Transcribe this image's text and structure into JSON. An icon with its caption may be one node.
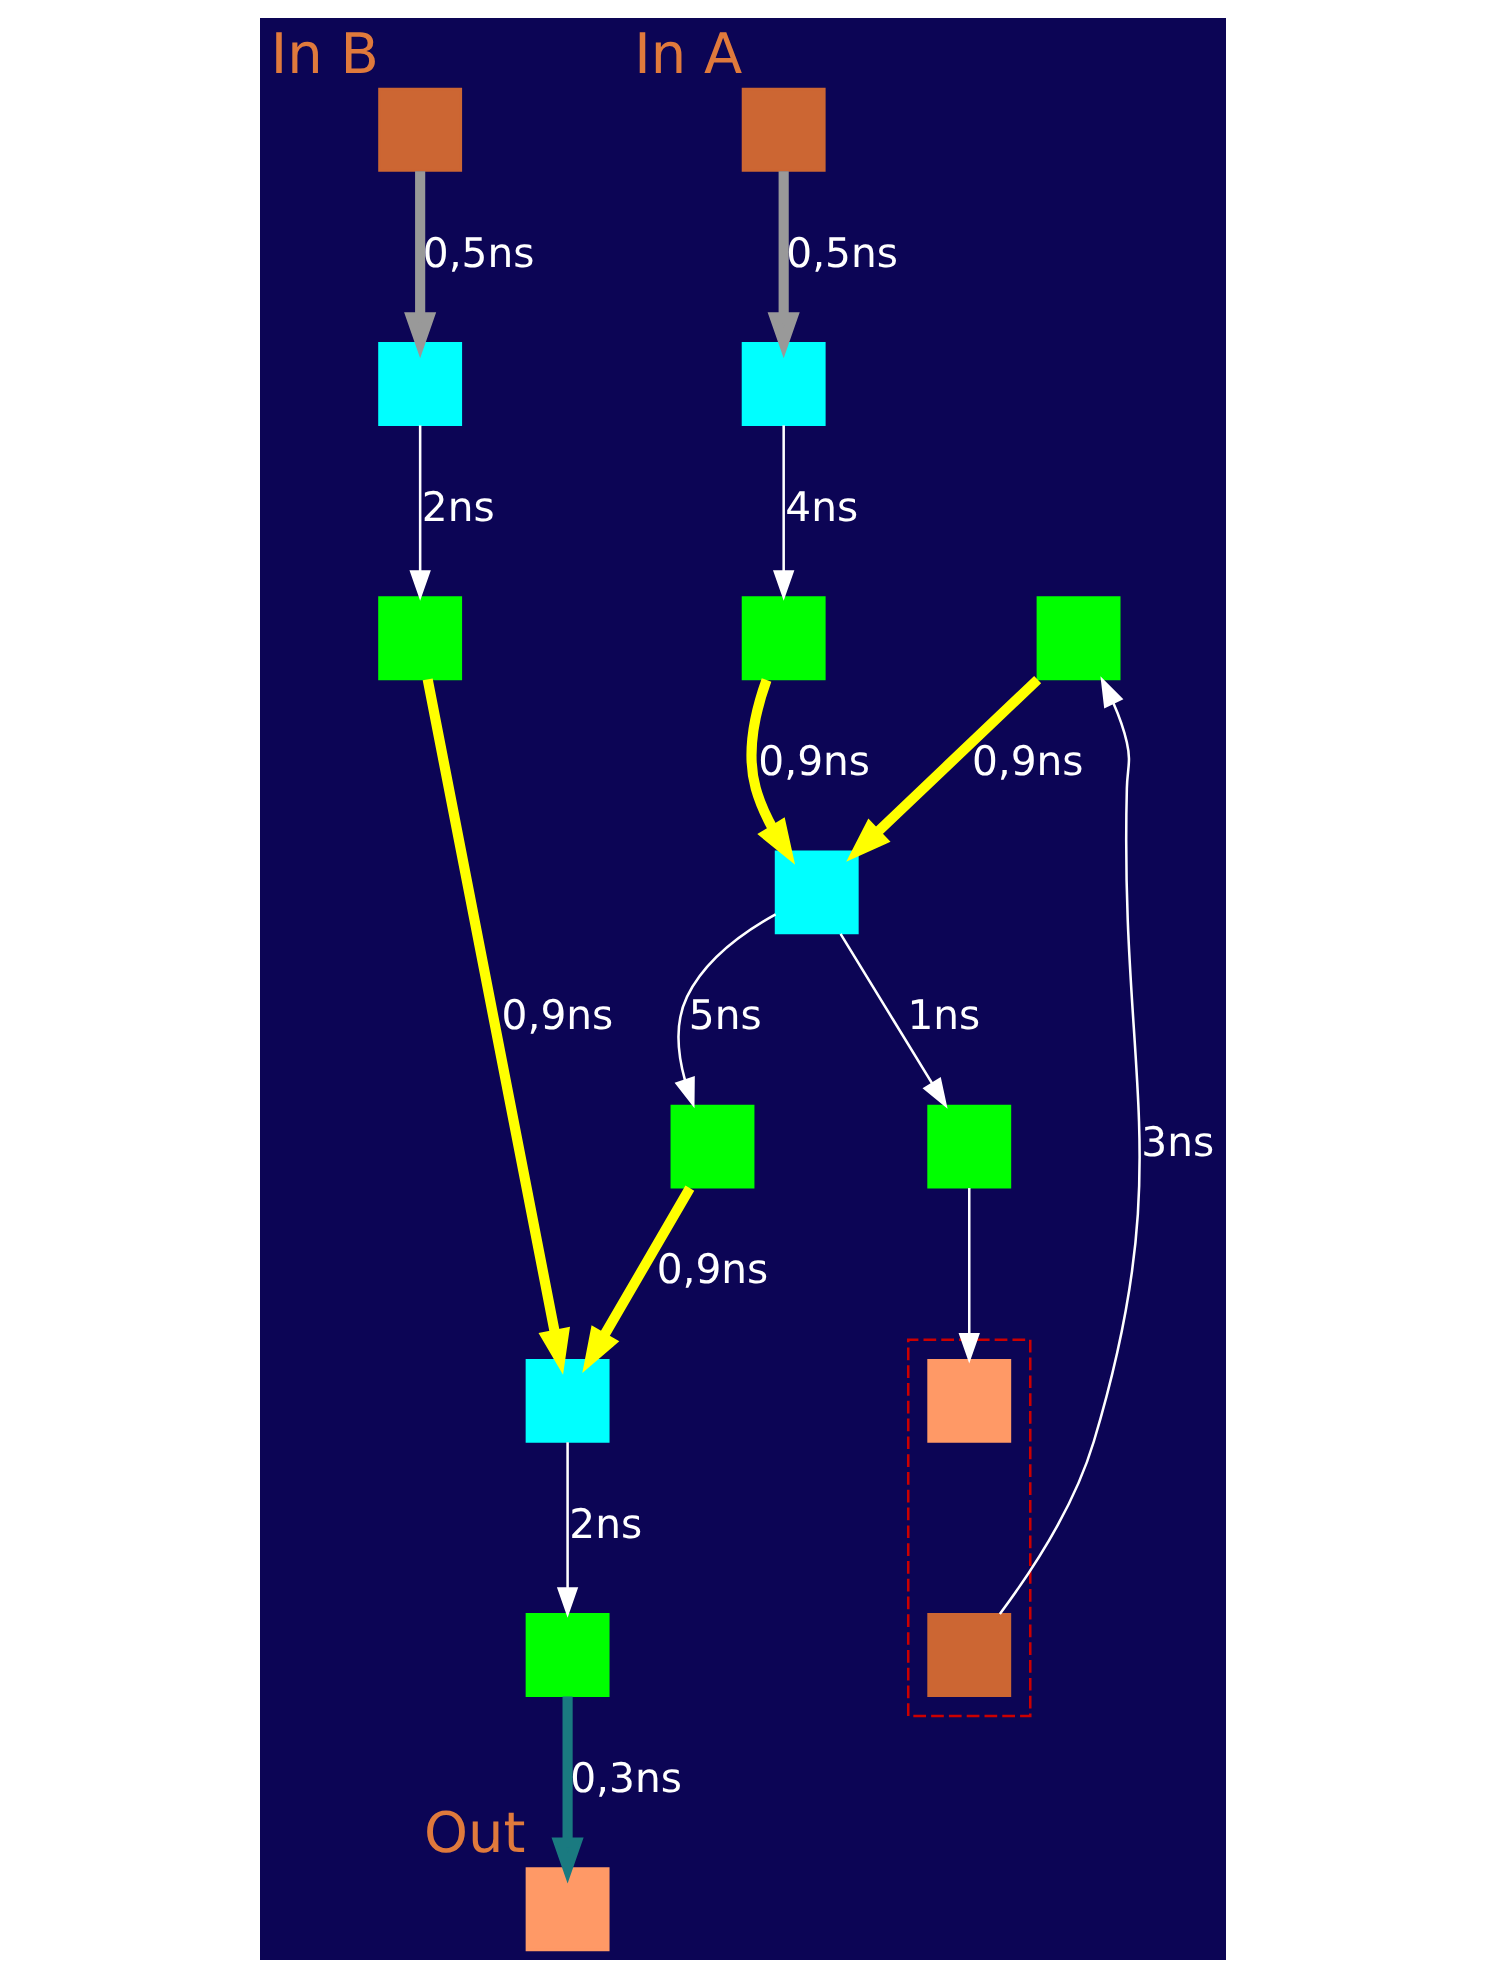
{
  "diagram": {
    "nodes": [
      {
        "text": [],
        "shape": "box",
        "beside": [
          "In A"
        ]
      },
      {
        "text": [],
        "shape": "box",
        "beside": [
          "In B"
        ]
      },
      {
        "text": [],
        "shape": "box"
      },
      {
        "text": [],
        "shape": "box"
      },
      {
        "text": [],
        "shape": "box"
      },
      {
        "text": [],
        "shape": "box"
      },
      {
        "text": [],
        "shape": "box"
      },
      {
        "text": [],
        "shape": "box"
      },
      {
        "text": [],
        "shape": "box"
      },
      {
        "text": [],
        "shape": "box"
      },
      {
        "text": [],
        "shape": "box"
      },
      {
        "text": [],
        "shape": "box"
      },
      {
        "text": [],
        "shape": "box",
        "in": 11
      },
      {
        "text": [],
        "shape": "box"
      },
      {
        "text": [],
        "shape": "box",
        "in": 11
      },
      {
        "text": [],
        "shape": "box",
        "beside": [
          "Out"
        ]
      }
    ],
    "edges": [
      {
        "from": 0,
        "to": 2,
        "arrow": "to",
        "label": "0,5ns",
        "style": "thick",
        "color": "#999999"
      },
      {
        "from": 1,
        "to": 3,
        "arrow": "to",
        "label": "0,5ns",
        "style": "thick",
        "color": "#999999"
      },
      {
        "from": 2,
        "to": 5,
        "arrow": "to",
        "label": "4ns"
      },
      {
        "from": 3,
        "to": 8,
        "arrow": "to",
        "label": "2ns"
      },
      {
        "from": 4,
        "to": 6,
        "arrow": "to",
        "label": "0,9ns",
        "style": "thick",
        "color": "#ffff00"
      },
      {
        "from": 5,
        "to": 6,
        "arrow": "to",
        "label": "0,9ns",
        "style": "thick",
        "color": "#ffff00"
      },
      {
        "from": 6,
        "to": 7,
        "arrow": "to",
        "label": "5ns"
      },
      {
        "from": 6,
        "to": 10,
        "arrow": "to",
        "label": "1ns"
      },
      {
        "from": 7,
        "to": 9,
        "arrow": "to",
        "label": "0,9ns",
        "style": "thick",
        "color": "#ffff00"
      },
      {
        "from": 8,
        "to": 9,
        "arrow": "to",
        "label": "0,9ns",
        "style": "thick",
        "color": "#ffff00"
      },
      {
        "from": 9,
        "to": 13,
        "arrow": "to",
        "label": "2ns"
      },
      {
        "from": 10,
        "to": 12,
        "arrow": "to"
      },
      {
        "from": 13,
        "to": 15,
        "arrow": "to",
        "label": "0,3ns",
        "style": "thick",
        "color": "#1a7a80"
      },
      {
        "from": 14,
        "to": 4,
        "arrow": "to",
        "label": "3ns"
      }
    ]
  }
}
